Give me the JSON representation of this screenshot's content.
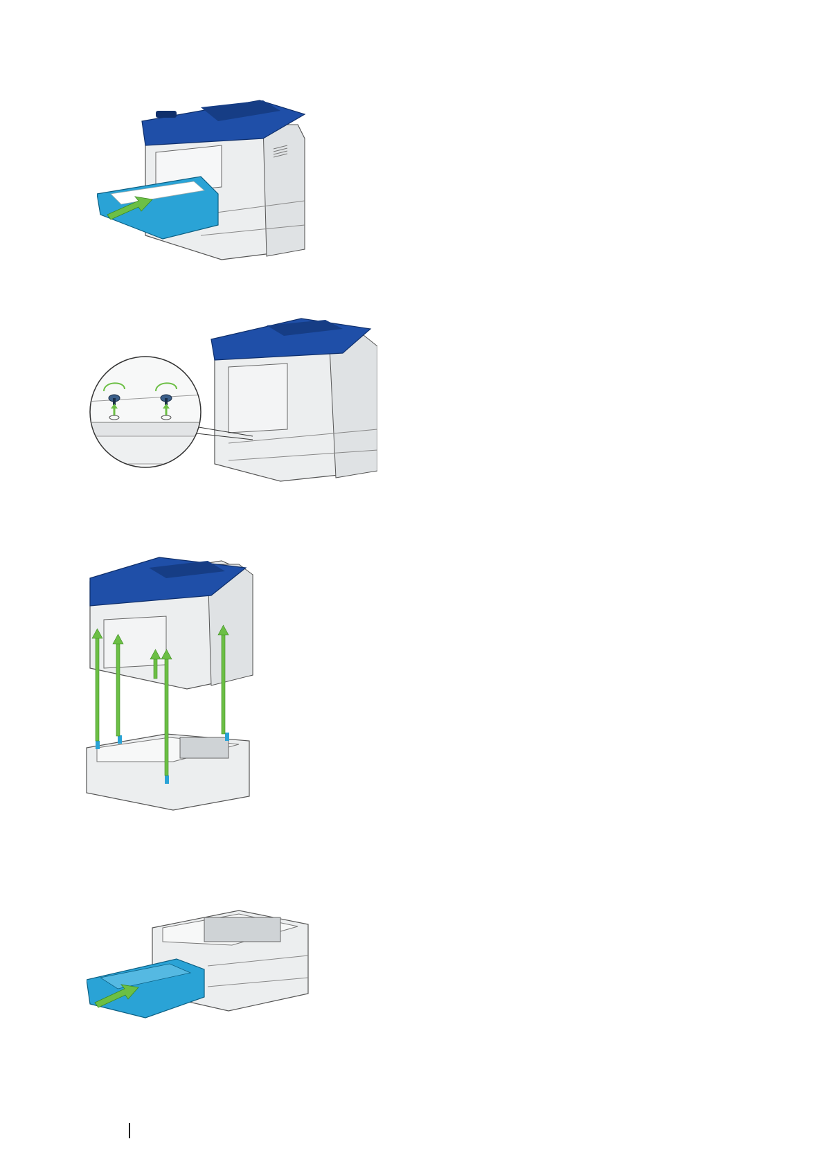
{
  "page": {
    "figures": [
      {
        "name": "remove-paper-tray",
        "icon": "printer-tray-out-illustration"
      },
      {
        "name": "remove-screws-closeup",
        "icon": "printer-screws-illustration"
      },
      {
        "name": "lift-printer-off-feeder",
        "icon": "printer-lift-illustration"
      },
      {
        "name": "remove-feeder-tray",
        "icon": "feeder-tray-out-illustration"
      }
    ],
    "colors": {
      "printer_blue": "#1f4fa8",
      "tray_cyan": "#2aa3d6",
      "arrow_green": "#6cbf45",
      "body_gray": "#eceeef",
      "outline": "#444444"
    }
  }
}
